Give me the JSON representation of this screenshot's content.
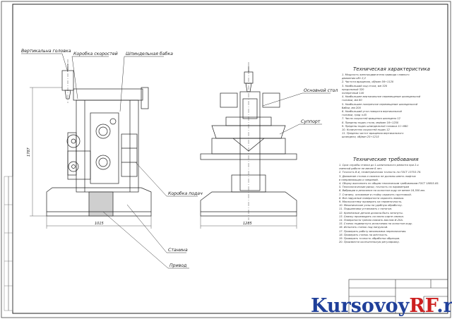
{
  "labels": {
    "vertical_head": "Вертикальна головка",
    "speed_box": "Коробка скоростей",
    "spindle_head": "Шпиндельная бабка",
    "column": "Основной стол",
    "support": "Суппорт",
    "feed_box": "Коробка подач",
    "bed": "Станина",
    "drive": "Привод"
  },
  "dimensions": {
    "height_left": "1787",
    "width_front": "1015",
    "width_side": "1285"
  },
  "tech_spec": {
    "title": "Техническая характеристика",
    "lines": [
      "1. Мощность электродвигателя привода главного",
      "движения кВт                                    2,2",
      "2. Частота вращения, об/мин                  56÷1120",
      "3. Наибольший ход стола, мм                      320",
      "продольный                                       320",
      "поперечный                                       140",
      "4. Наибольшее вертикальное перемещение шпиндельной",
      "головки, мм                                       80",
      "5. Наибольшее поперечное перемещение шпиндельной",
      "бабки, мм                                        200",
      "6. Наибольший угол поворота вертикальной",
      "головки, град                                    ±45",
      "7. Число скоростей вращения шпинделя              12",
      "8. Пределы подач стола, мм/мин               16÷1250",
      "9. Пределы подач шпиндельной головки          11÷860",
      "10. Количество скоростей подач                    12",
      "11. Пределы частот вращения вертикального",
      "шпинделя, об/мин                              25÷1215"
    ]
  },
  "tech_req": {
    "title": "Технические требования",
    "lines": [
      "1. Срок службы станка до 1-капитального ремонта при 2-х",
      "сменной работе не менее 6 лет.",
      "2. Точность В-й, геометрическая точность по ГОСТ 13753-78.",
      "3. Движение столов и салазок не должны иметь люфтов",
      "в направляющих и заеданий.",
      "4. Сборку выполнить по общим техническим требованиям ГОСТ 18855-85.",
      "5. Технологические риски, точность по параметрам",
      "6. Вибрации в резонансе на холостом ходу не менее 16,300 мм.",
      "7. Станину, основание и стойку окрасить грунтовкой.",
      "8. Все наружные поверхности окрасить эмалью.",
      "9. Маслосистему проверить на герметичность.",
      "10. Механические узлы на удобную обработку.",
      "11. Подшипники установить с натягом.",
      "12. Крепёжные детали должны быть затянуты.",
      "13. Смазку производить согласно карте смазки.",
      "14. Поверхности трения смазать маслом И-20А.",
      "15. Станок подвергнуть испытанию на холостом ходу.",
      "16. Испытать станок под нагрузкой.",
      "17. Проверить работу механизмов переключения.",
      "18. Проверить станок на жёсткость.",
      "19. Проверить точность обработки образцов.",
      "20. Произвести окончательную регулировку."
    ]
  },
  "watermark": {
    "part1": "Kursovoy",
    "part2": "RF",
    "part3": ".ru"
  }
}
